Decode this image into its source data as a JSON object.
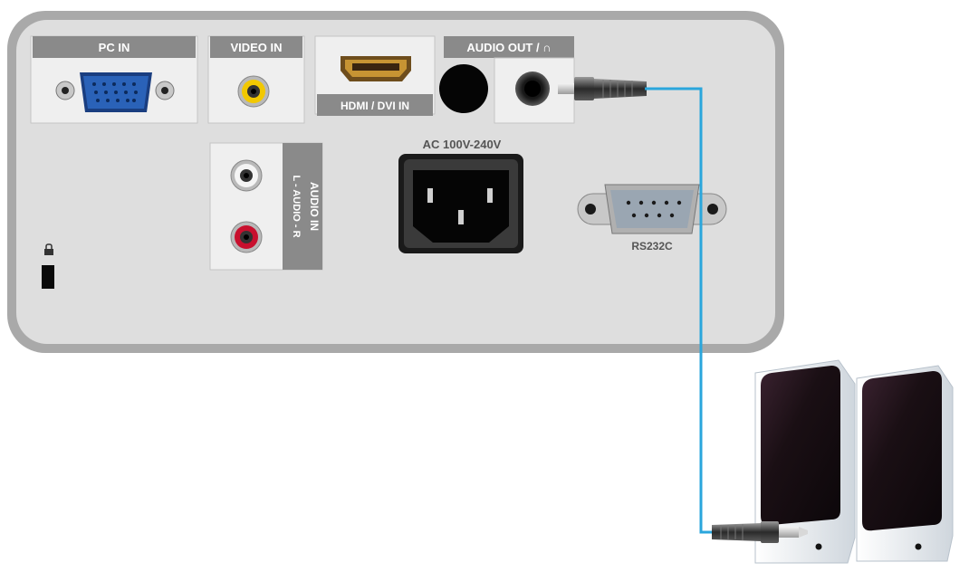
{
  "panel": {
    "pc_in_label": "PC IN",
    "video_in_label": "VIDEO IN",
    "hdmi_label": "HDMI / DVI IN",
    "audio_out_label": "AUDIO OUT / ∩",
    "audio_in_label": "AUDIO IN",
    "audio_in_sub_label": "L - AUDIO - R",
    "ac_label": "AC 100V-240V",
    "rs232c_label": "RS232C"
  },
  "colors": {
    "panel_fill": "#dedede",
    "panel_border": "#a9a9a9",
    "label_bg": "#8a8a8a",
    "cable": "#2aa6dc",
    "vga_blue": "#2a62b8",
    "video_yellow": "#f2c800",
    "audio_red": "#c8102e",
    "speaker_face": "#1a0f14",
    "speaker_body": "#eef1f4"
  },
  "icons": {
    "lock": "kensington-lock-icon",
    "headphone": "headphone-icon"
  }
}
